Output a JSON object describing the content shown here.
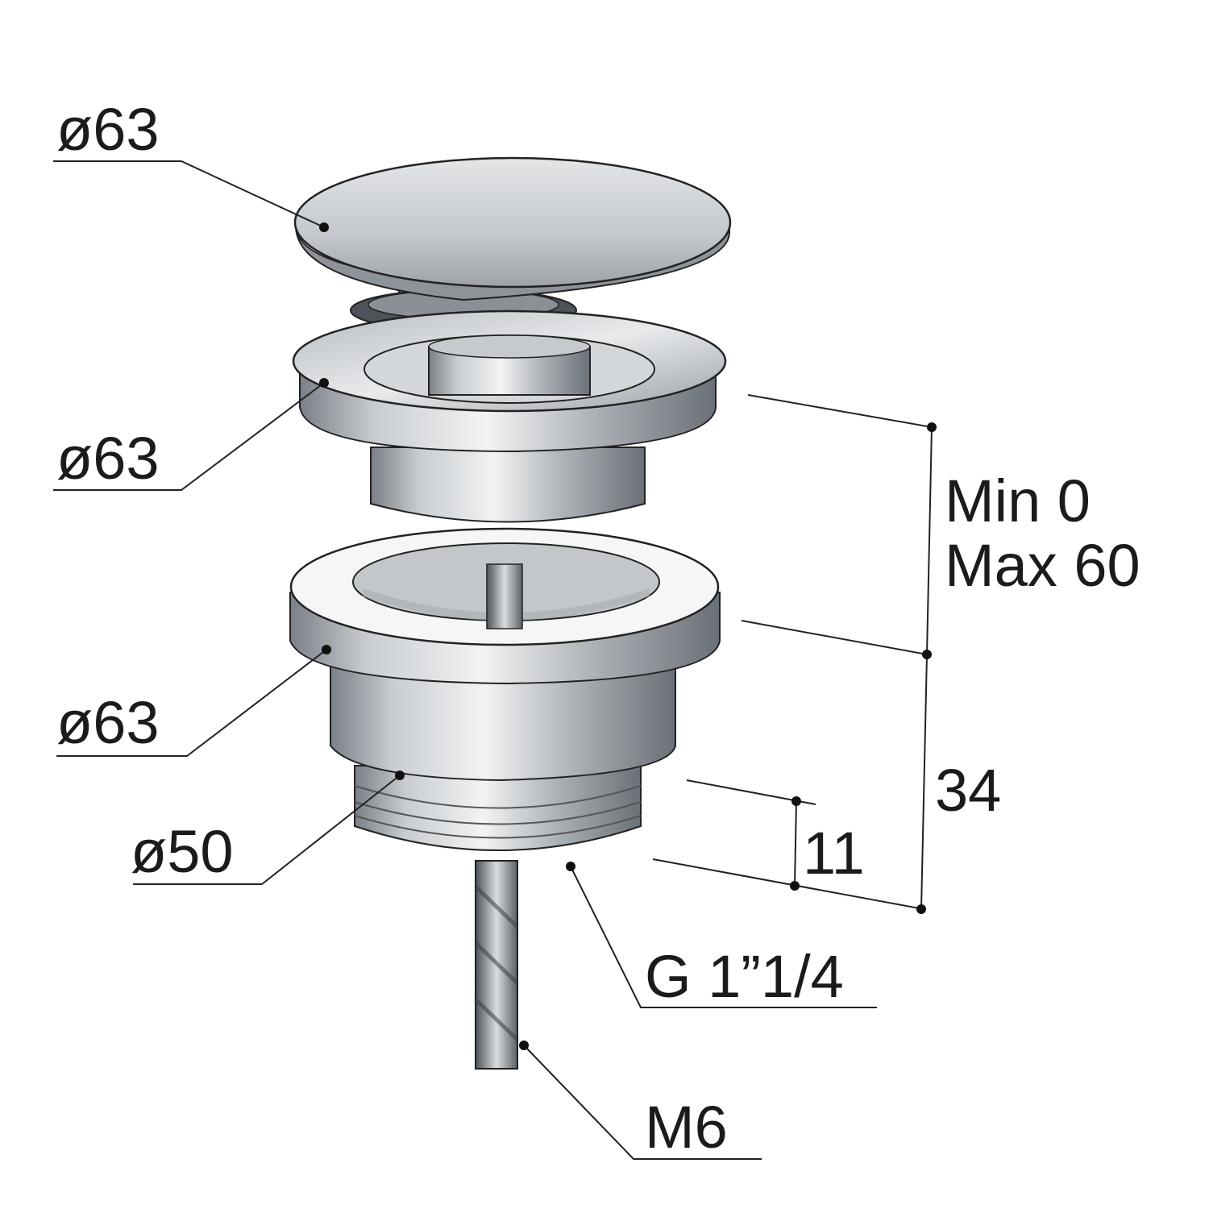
{
  "labels": {
    "cap_diameter": "ø63",
    "flange_diameter": "ø63",
    "body_ring_diameter": "ø63",
    "thread_diameter": "ø50",
    "thread_spec": "G 1”1/4",
    "rod_thread": "M6",
    "adjust_min": "Min 0",
    "adjust_max": "Max 60",
    "height_lower": "34",
    "thread_height": "11"
  },
  "colors": {
    "line": "#222222",
    "metal_light": "#eef0f2",
    "metal_mid": "#b9bdc2",
    "metal_dark": "#6f757c",
    "background": "#ffffff"
  }
}
